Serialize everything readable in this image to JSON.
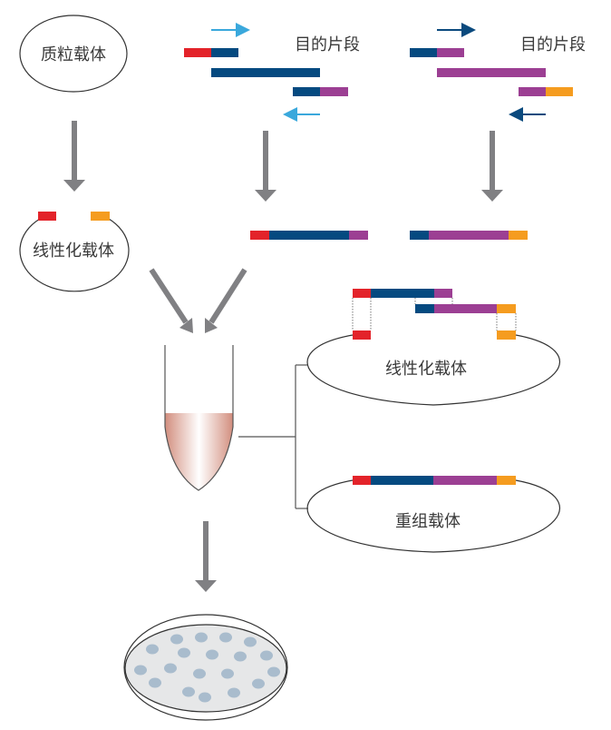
{
  "colors": {
    "red": "#e3232a",
    "navy": "#054a80",
    "purple": "#9c3f93",
    "orange": "#f59c1f",
    "primer_light": "#3aa8dc",
    "primer_dark": "#0b4a7e",
    "arrow_gray": "#808083",
    "outline": "#333333",
    "liquid": "#d28e7e",
    "plate": "#e6e7e8",
    "colony": "#a9bccd"
  },
  "labels": {
    "plasmid_vector": "质粒载体",
    "target_fragment_1": "目的片段",
    "target_fragment_2": "目的片段",
    "linearized_vector_left": "线性化载体",
    "linearized_vector_right": "线性化载体",
    "recombinant_vector": "重组载体"
  },
  "steps": [
    "Plasmid vector is linearized",
    "Target fragment 1 amplified with primers adding vector overlap (red)",
    "Target fragment 2 amplified with primers adding overlap (orange)",
    "Fragments and linearized vector mixed in tube",
    "Recombinant vector formed",
    "Transformation and colonies on plate"
  ],
  "plate": {
    "colony_count": 19
  }
}
